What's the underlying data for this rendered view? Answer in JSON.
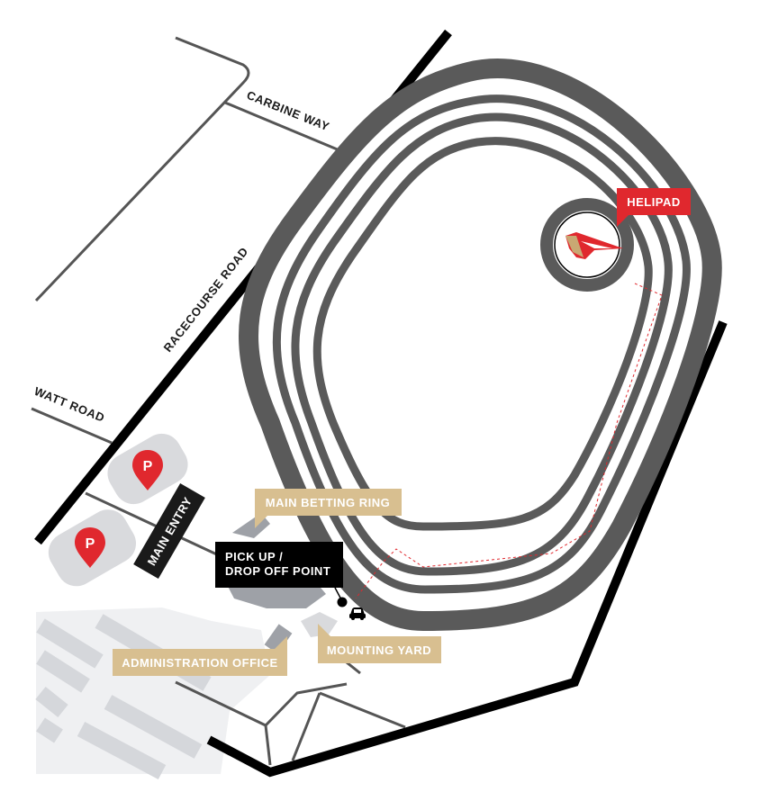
{
  "roads": {
    "carbine_way": "CARBINE WAY",
    "racecourse_road": "RACECOURSE ROAD",
    "watt_road": "WATT ROAD"
  },
  "labels": {
    "helipad": "HELIPAD",
    "main_betting_ring": "MAIN BETTING RING",
    "pick_up_line1": "PICK UP /",
    "pick_up_line2": "DROP OFF POINT",
    "main_entry": "MAIN ENTRY",
    "administration_office": "ADMINISTRATION OFFICE",
    "mounting_yard": "MOUNTING YARD"
  },
  "parking": {
    "symbol": "P"
  },
  "icons": {
    "pick_up_marker": "car-icon",
    "helipad_marker": "helicopter-icon",
    "parking_marker": "parking-pin-icon"
  },
  "colors": {
    "track": "#5a5a5a",
    "road": "#000000",
    "thin_road": "#555555",
    "label_tan": "#d8bf90",
    "helipad_red": "#e0282e",
    "pick_up_black": "#000000",
    "parking_area": "#d9dadd",
    "building": "#9ea1a7",
    "carpark_bg": "#eff0f2"
  }
}
